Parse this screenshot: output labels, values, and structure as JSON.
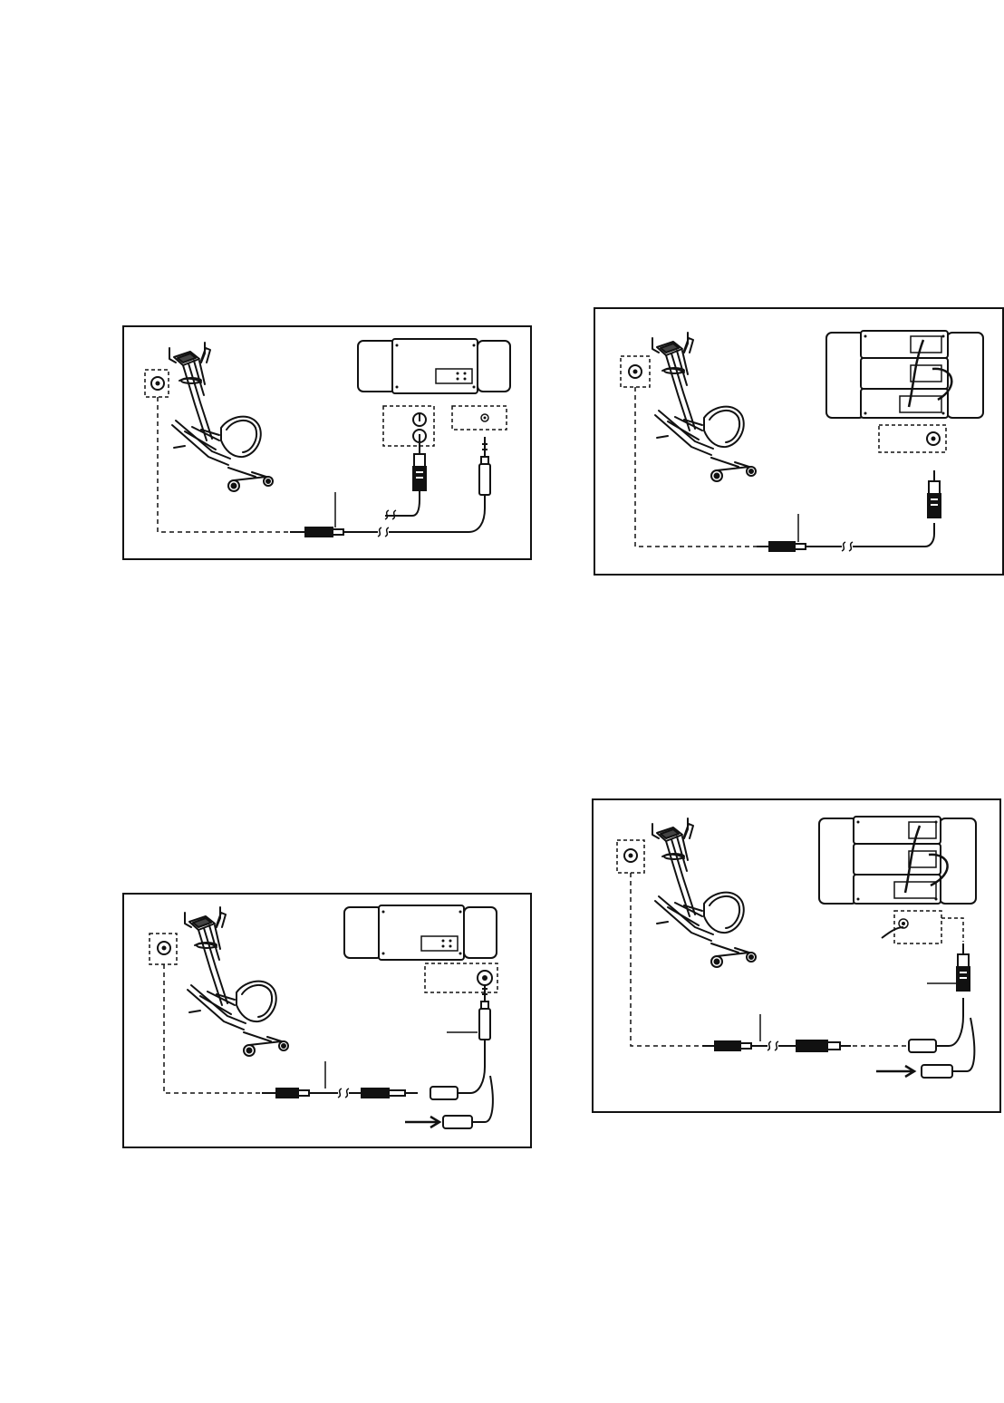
{
  "figures": [
    {
      "id": "figure-1",
      "device": "portable-stereo",
      "jack": "phones-jack"
    },
    {
      "id": "figure-2",
      "device": "home-stereo",
      "jack": "rca-input"
    },
    {
      "id": "figure-3",
      "device": "portable-stereo",
      "jack": "line-out",
      "adapter": "y-adapter"
    },
    {
      "id": "figure-4",
      "device": "home-stereo",
      "jack": "line-out",
      "adapter": "rca-y-adapter"
    }
  ],
  "colors": {
    "line": "#111111",
    "fill": "#ffffff",
    "dark": "#222222",
    "grey": "#6a6a6a"
  }
}
